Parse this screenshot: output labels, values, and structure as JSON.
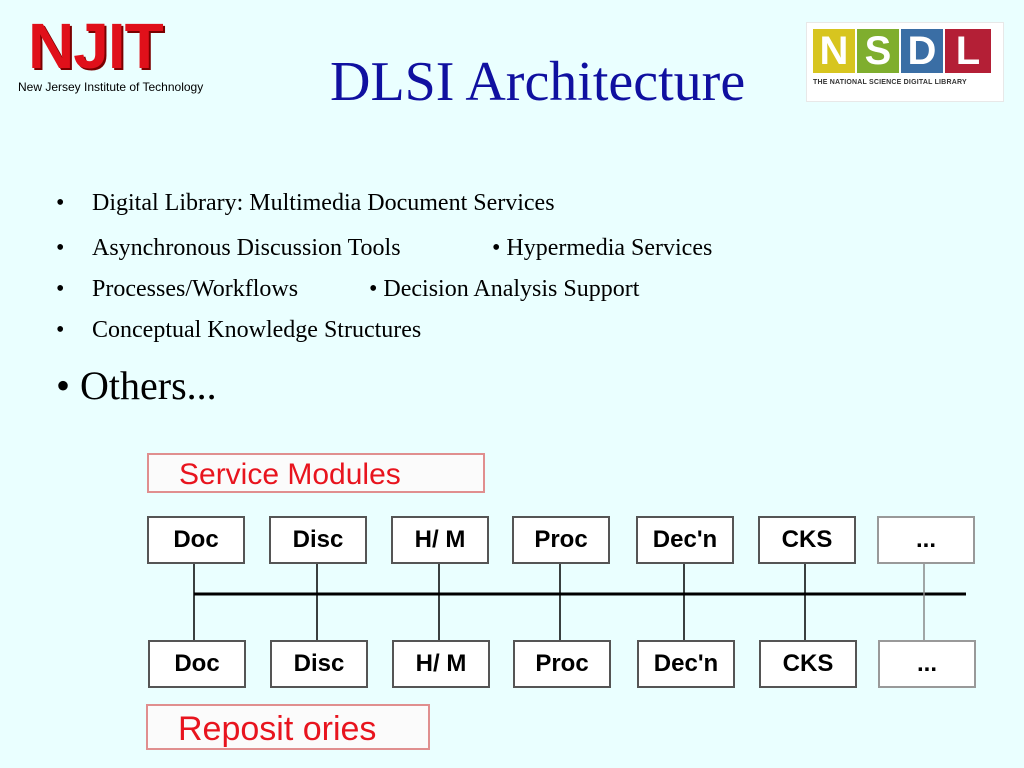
{
  "slide_title": "DLSI Architecture",
  "njit_logo": {
    "word": "NJIT",
    "subtitle": "New Jersey Institute of Technology"
  },
  "nsdl_logo": {
    "letters": [
      "N",
      "S",
      "D",
      "L"
    ],
    "letter_colors": [
      "#d7c51f",
      "#7fae2e",
      "#3a6ea5",
      "#b41f36"
    ],
    "subtitle": "THE NATIONAL SCIENCE DIGITAL LIBRARY"
  },
  "bullets": [
    {
      "text": "Digital Library: Multimedia Document Services",
      "second": ""
    },
    {
      "text": "Asynchronous Discussion Tools",
      "second": "• Hypermedia Services"
    },
    {
      "text": "Processes/Workflows",
      "second": "• Decision Analysis Support"
    },
    {
      "text": "Conceptual Knowledge Structures",
      "second": ""
    }
  ],
  "bullet_symbol": "•",
  "others": "• Others...",
  "diagram": {
    "service_label": "Service   Modules",
    "repository_label": "Reposit ories",
    "service_modules": [
      "Doc",
      "Disc",
      "H/ M",
      "Proc",
      "Dec'n",
      "CKS",
      "..."
    ],
    "repositories": [
      "Doc",
      "Disc",
      "H/ M",
      "Proc",
      "Dec'n",
      "CKS",
      "..."
    ],
    "label_color": "#e8141e",
    "label_border_color": "#e08f8f"
  },
  "colors": {
    "background": "#eaffff",
    "title": "#1010a0"
  }
}
